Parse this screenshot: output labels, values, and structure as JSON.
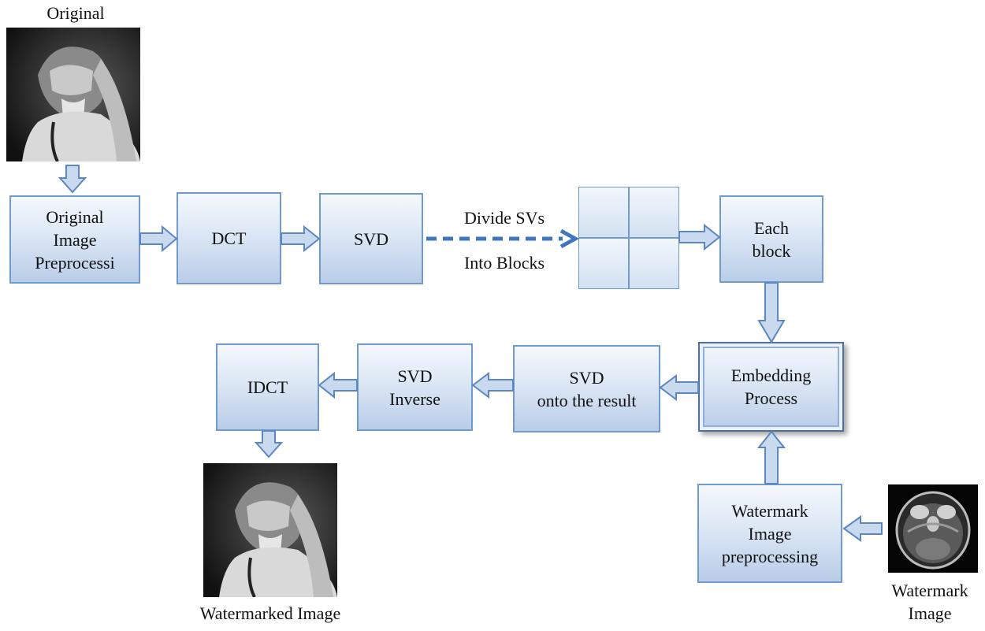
{
  "original_label": "Original",
  "nodes": {
    "preprocess": [
      "Original",
      "Image",
      "Preprocessi"
    ],
    "dct": [
      "DCT"
    ],
    "svd": [
      "SVD"
    ],
    "each_block": [
      "Each",
      "block"
    ],
    "embedding": [
      "Embedding",
      "Process"
    ],
    "svd_result": [
      "SVD",
      "onto the result"
    ],
    "svd_inverse": [
      "SVD",
      "Inverse"
    ],
    "idct": [
      "IDCT"
    ],
    "watermark_preprocess": [
      "Watermark",
      "Image",
      "preprocessing"
    ]
  },
  "divide_label": [
    "Divide SVs",
    "Into Blocks"
  ],
  "watermarked_label": "Watermarked Image",
  "watermark_label": [
    "Watermark",
    "Image"
  ],
  "colors": {
    "box_border": "#6f9bd1",
    "arrow_fill": "#c9d9ee",
    "arrow_stroke": "#5b87c4",
    "dashed": "#3f76bf"
  }
}
